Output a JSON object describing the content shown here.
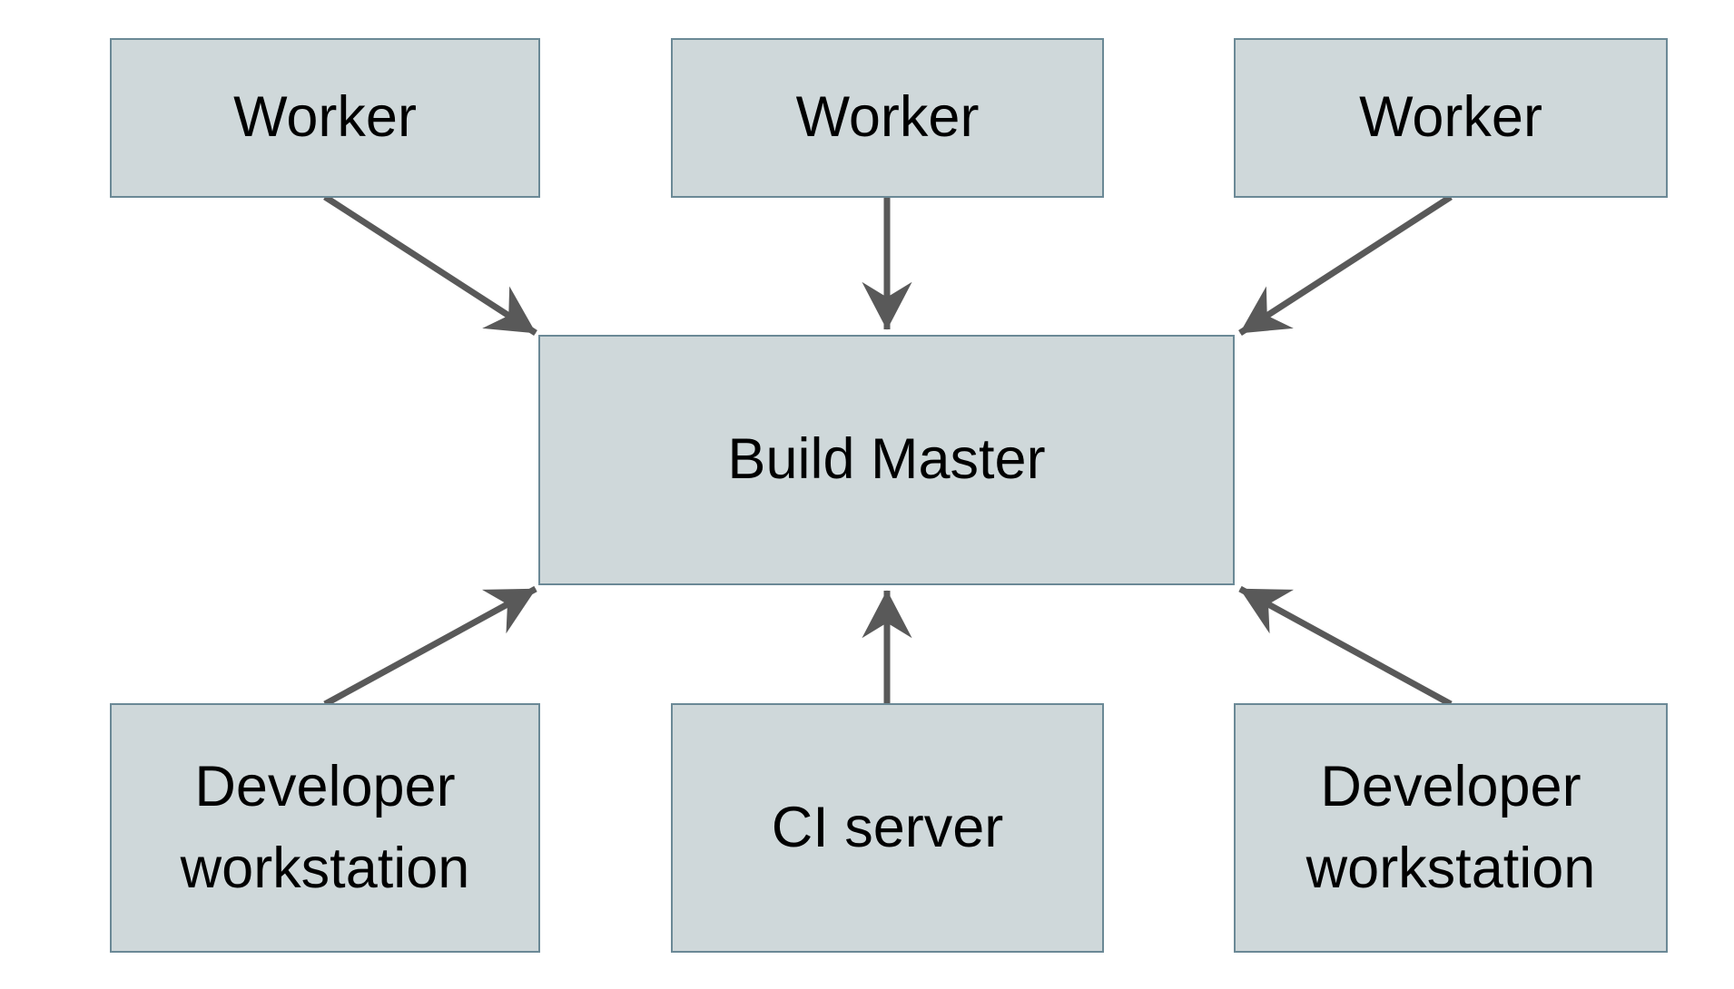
{
  "diagram": {
    "type": "architecture-diagram",
    "colors": {
      "node_fill": "#cfd8da",
      "node_border": "#6b8996",
      "arrow": "#595959",
      "text": "#000000",
      "bg": "#ffffff"
    },
    "nodes": [
      {
        "id": "worker-top-left",
        "label": "Worker"
      },
      {
        "id": "worker-top-center",
        "label": "Worker"
      },
      {
        "id": "worker-top-right",
        "label": "Worker"
      },
      {
        "id": "build-master",
        "label": "Build Master"
      },
      {
        "id": "developer-workstation-left",
        "label": "Developer workstation"
      },
      {
        "id": "ci-server",
        "label": "CI server"
      },
      {
        "id": "developer-workstation-right",
        "label": "Developer workstation"
      }
    ],
    "edges": [
      {
        "from": "worker-top-left",
        "to": "build-master"
      },
      {
        "from": "worker-top-center",
        "to": "build-master"
      },
      {
        "from": "worker-top-right",
        "to": "build-master"
      },
      {
        "from": "developer-workstation-left",
        "to": "build-master"
      },
      {
        "from": "ci-server",
        "to": "build-master"
      },
      {
        "from": "developer-workstation-right",
        "to": "build-master"
      }
    ]
  }
}
